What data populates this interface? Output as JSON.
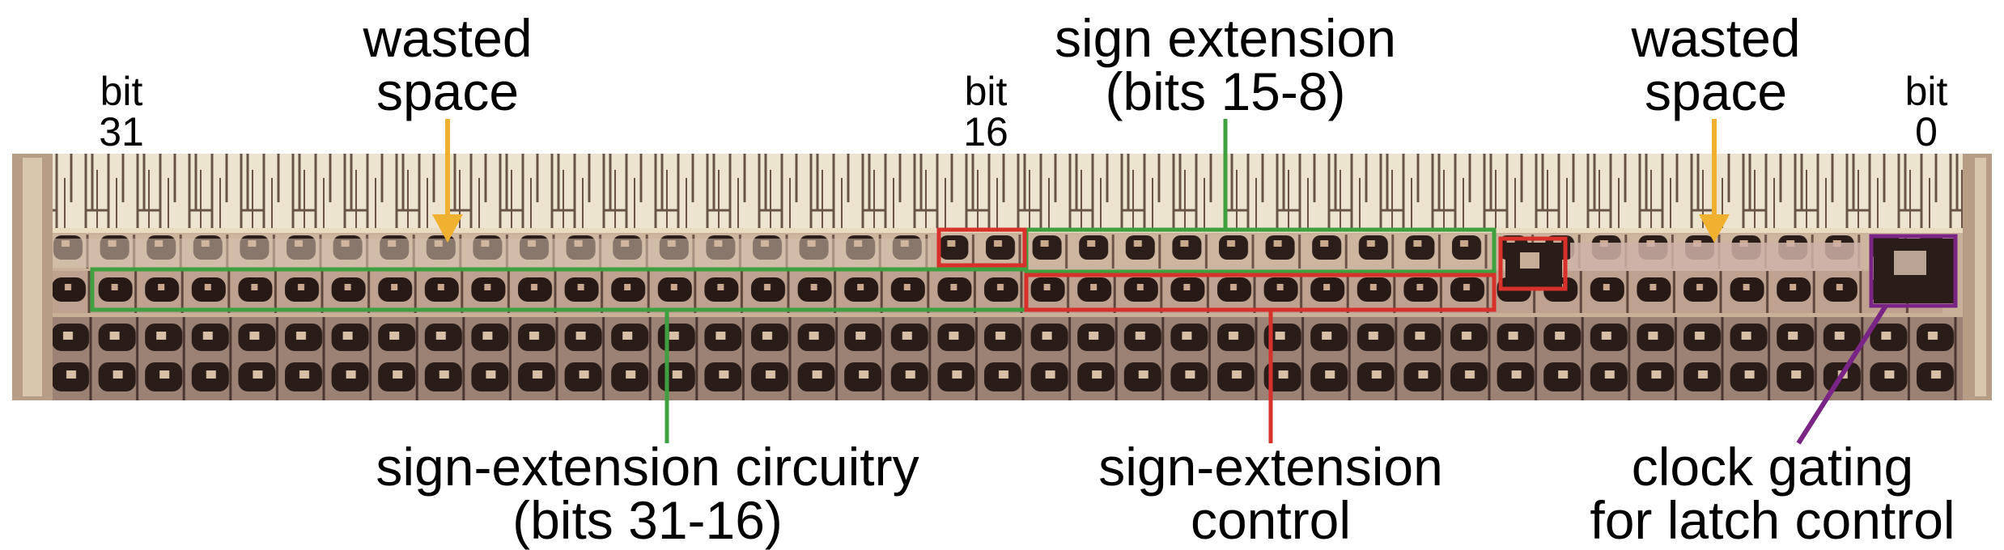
{
  "labels": {
    "wasted_left": [
      "wasted",
      "space"
    ],
    "bit31": [
      "bit",
      "31"
    ],
    "bit16": [
      "bit",
      "16"
    ],
    "sign_ext_top": [
      "sign extension",
      "(bits 15-8)"
    ],
    "wasted_right": [
      "wasted",
      "space"
    ],
    "bit0": [
      "bit",
      "0"
    ],
    "circuitry": [
      "sign-extension circuitry",
      "(bits 31-16)"
    ],
    "control": [
      "sign-extension",
      "control"
    ],
    "clock": [
      "clock gating",
      "for latch control"
    ]
  },
  "colors": {
    "green": "#3fa03f",
    "red": "#d8302a",
    "yellow": "#f0b030",
    "purple": "#7a2585",
    "die_light": "#ece0c4",
    "die_dark": "#2a1c18",
    "die_mid": "#b89a88"
  }
}
